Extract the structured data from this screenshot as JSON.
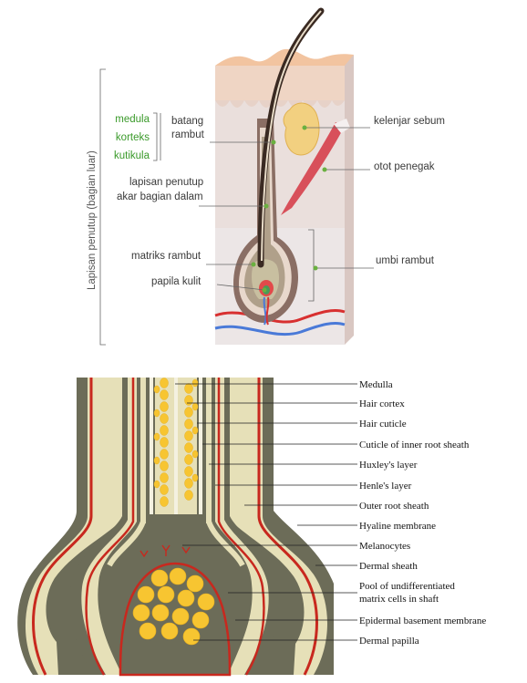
{
  "top_diagram": {
    "side_label": "Lapisan penutup (bagian luar)",
    "green_labels": [
      "medula",
      "korteks",
      "kutikula"
    ],
    "labels": {
      "batang": "batang",
      "rambut": "rambut",
      "lapisan_1": "lapisan penutup",
      "lapisan_2": "akar bagian dalam",
      "matriks": "matriks rambut",
      "papila": "papila kulit",
      "kelenjar": "kelenjar sebum",
      "otot": "otot penegak",
      "umbi": "umbi rambut"
    }
  },
  "bottom_diagram": {
    "labels": [
      "Medulla",
      "Hair cortex",
      "Hair cuticle",
      "Cuticle of inner root sheath",
      "Huxley's layer",
      "Henle's layer",
      "Outer root sheath",
      "Hyaline membrane",
      "Melanocytes",
      "Dermal sheath",
      "Pool of undifferentiated",
      "matrix cells in shaft",
      "Epidermal basement membrane",
      "Dermal papilla"
    ]
  },
  "colors": {
    "green": "#3a9a2a",
    "skin_top": "#f2c9a8",
    "dermis": "#e8dcd8",
    "dark_olive": "#6e6e5a",
    "sheath_beige": "#e6e0b8",
    "red_line": "#c8281e",
    "papilla_yellow": "#f7c531"
  }
}
